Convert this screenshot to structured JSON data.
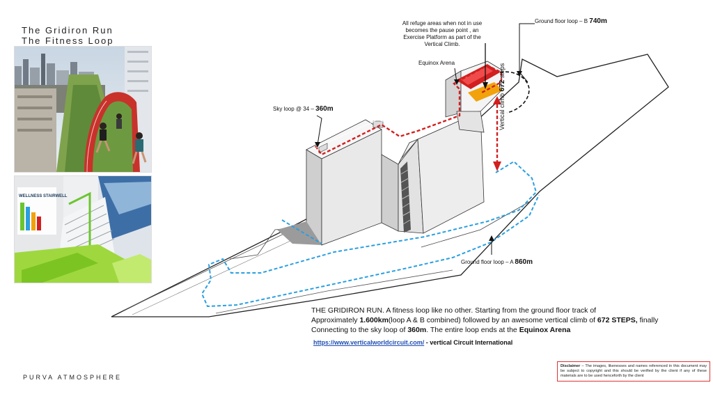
{
  "title_line1": "The Gridiron Run",
  "title_line2": "The Fitness Loop",
  "photo2_sign": "WELLNESS STAIRWELL",
  "labels": {
    "refuge_note": "All refuge areas  when not in use becomes the pause point , an Exercise Platform as part of the Vertical Climb.",
    "ground_b_prefix": "Ground floor loop – B",
    "ground_b_value": "740m",
    "equinox": "Equinox Arena",
    "sky_prefix": "Sky loop @ 34 –",
    "sky_value": "360m",
    "vertical_prefix": "Vertical climb",
    "vertical_value": "672",
    "vertical_suffix": "steps",
    "ground_a_prefix": "Ground floor loop – A",
    "ground_a_value": "860m"
  },
  "caption": {
    "p1": "THE GRIDIRON RUN. A fitness loop like no other.  Starting from the ground floor track of",
    "p2a": "Approximately ",
    "p2b": "1.600km",
    "p2c": "(loop A & B combined)  followed by an awesome vertical climb of ",
    "p2d": "672 STEPS,",
    "p2e": " finally",
    "p3a": "Connecting to the sky loop of ",
    "p3b": "360m",
    "p3c": ". The entire loop ends at the ",
    "p3d": "Equinox Arena"
  },
  "link": {
    "url": "https://www.verticalworldcircuit.com/",
    "suffix": " - vertical Circuit International"
  },
  "brand": "PURVA ATMOSPHERE",
  "disclaimer": {
    "head": "Disclaimer",
    "body": " – The images, likenesses and names referenced in this document may be subject to copyright and this should be verified by the client if any of these materials are to be used henceforth by the client"
  },
  "colors": {
    "track_red": "#d21f1f",
    "loop_blue": "#2a9fe0",
    "arena_orange": "#f2a20a",
    "building_grey": "#d8d8d8",
    "link_blue": "#1f4fb3"
  }
}
